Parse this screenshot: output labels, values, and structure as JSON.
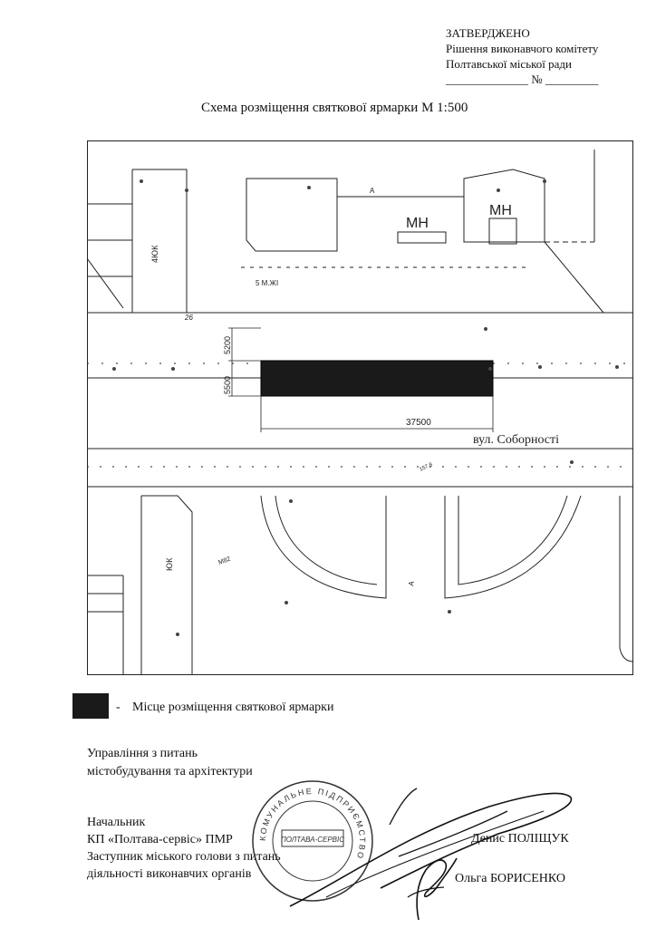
{
  "approval": {
    "line1": "ЗАТВЕРДЖЕНО",
    "line2": "Рішення виконавчого комітету",
    "line3": "Полтавської міської ради",
    "line4": "______________ № _________"
  },
  "title": "Схема розміщення святкової ярмарки М 1:500",
  "map": {
    "label_mn1": "МН",
    "label_mn2": "МН",
    "label_4uk": "4ЮК",
    "label_uk": "ЮК",
    "label_a1": "А",
    "label_a2": "А",
    "label_5mzh": "5 М.ЖІ",
    "label_26": "26",
    "label_m82": "М82",
    "label_157": "157.8",
    "dim_5200": "5200",
    "dim_5500": "5500",
    "dim_37500": "37500",
    "street": "вул. Соборності"
  },
  "legend": {
    "dash": "-",
    "text": "Місце розміщення святкової ярмарки"
  },
  "department": {
    "line1": "Управління з питань",
    "line2": "містобудування  та архітектури"
  },
  "signatories": {
    "line1": "Начальник",
    "line2": "КП «Полтава-сервіс» ПМР",
    "line3": "Заступник міського голови з питань",
    "line4": "діяльності виконавчих органів",
    "name1": "Денис ПОЛІЩУК",
    "name2": "Ольга БОРИСЕНКО"
  },
  "stamp": {
    "ring_text": "КОМУНАЛЬНЕ ПІДПРИЄМСТВО",
    "center_text": "ПОЛТАВА-СЕРВІС"
  },
  "colors": {
    "ink": "#111111",
    "fill": "#1a1a1a",
    "hatch": "#555555"
  }
}
